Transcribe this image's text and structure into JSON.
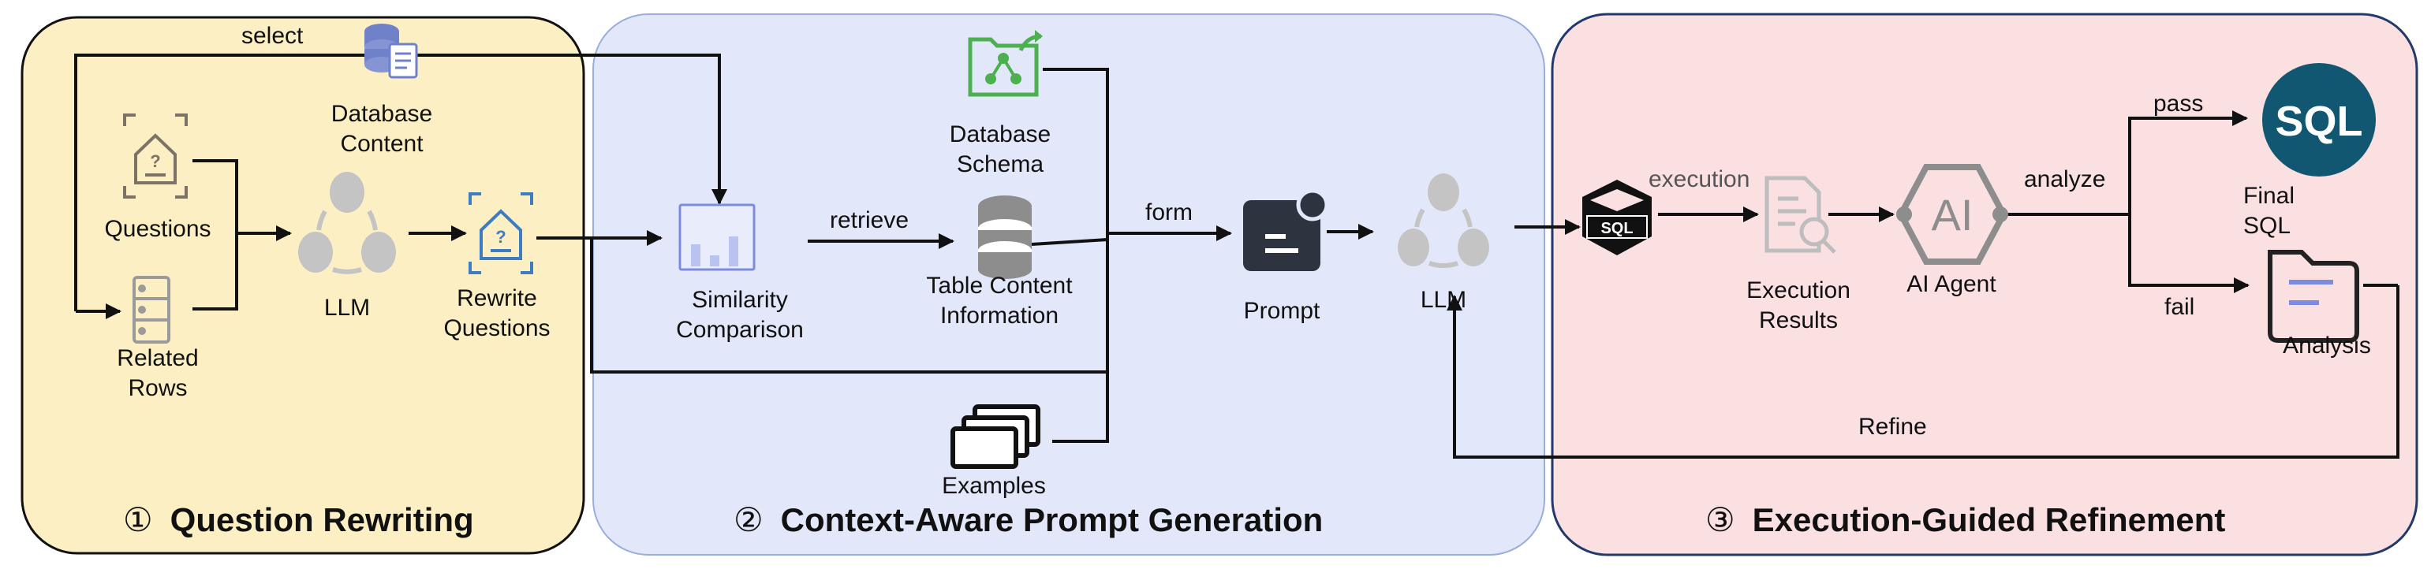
{
  "panels": {
    "rewriting": {
      "number": "①",
      "title": "Question Rewriting",
      "color": "#fcefc4"
    },
    "prompt": {
      "number": "②",
      "title": "Context-Aware Prompt  Generation",
      "color": "#e2e8f9"
    },
    "refinement": {
      "number": "③",
      "title": "Execution-Guided Refinement",
      "color": "#fbe0e2"
    }
  },
  "nodes": {
    "database_content": [
      "Database",
      "Content"
    ],
    "questions": [
      "Questions"
    ],
    "related_rows": [
      "Related",
      "Rows"
    ],
    "llm_1": [
      "LLM"
    ],
    "rewrite_questions": [
      "Rewrite",
      "Questions"
    ],
    "similarity": [
      "Similarity",
      "Comparison"
    ],
    "database_schema": [
      "Database",
      "Schema"
    ],
    "table_content": [
      "Table  Content",
      "Information"
    ],
    "examples": [
      "Examples"
    ],
    "prompt": [
      "Prompt"
    ],
    "llm_2": [
      "LLM"
    ],
    "execution_results": [
      "Execution",
      "Results"
    ],
    "ai_agent": [
      "AI Agent"
    ],
    "final_sql": [
      "Final",
      "SQL"
    ],
    "analysis": [
      "Analysis"
    ]
  },
  "edges": {
    "select": "select",
    "retrieve": "retrieve",
    "form": "form",
    "execution": "execution",
    "analyze": "analyze",
    "pass": "pass",
    "fail": "fail",
    "refine": "Refine"
  },
  "icons": {
    "sql_badge_text": "SQL",
    "sql_cube_text": "SQL",
    "ai_text": "AI"
  }
}
